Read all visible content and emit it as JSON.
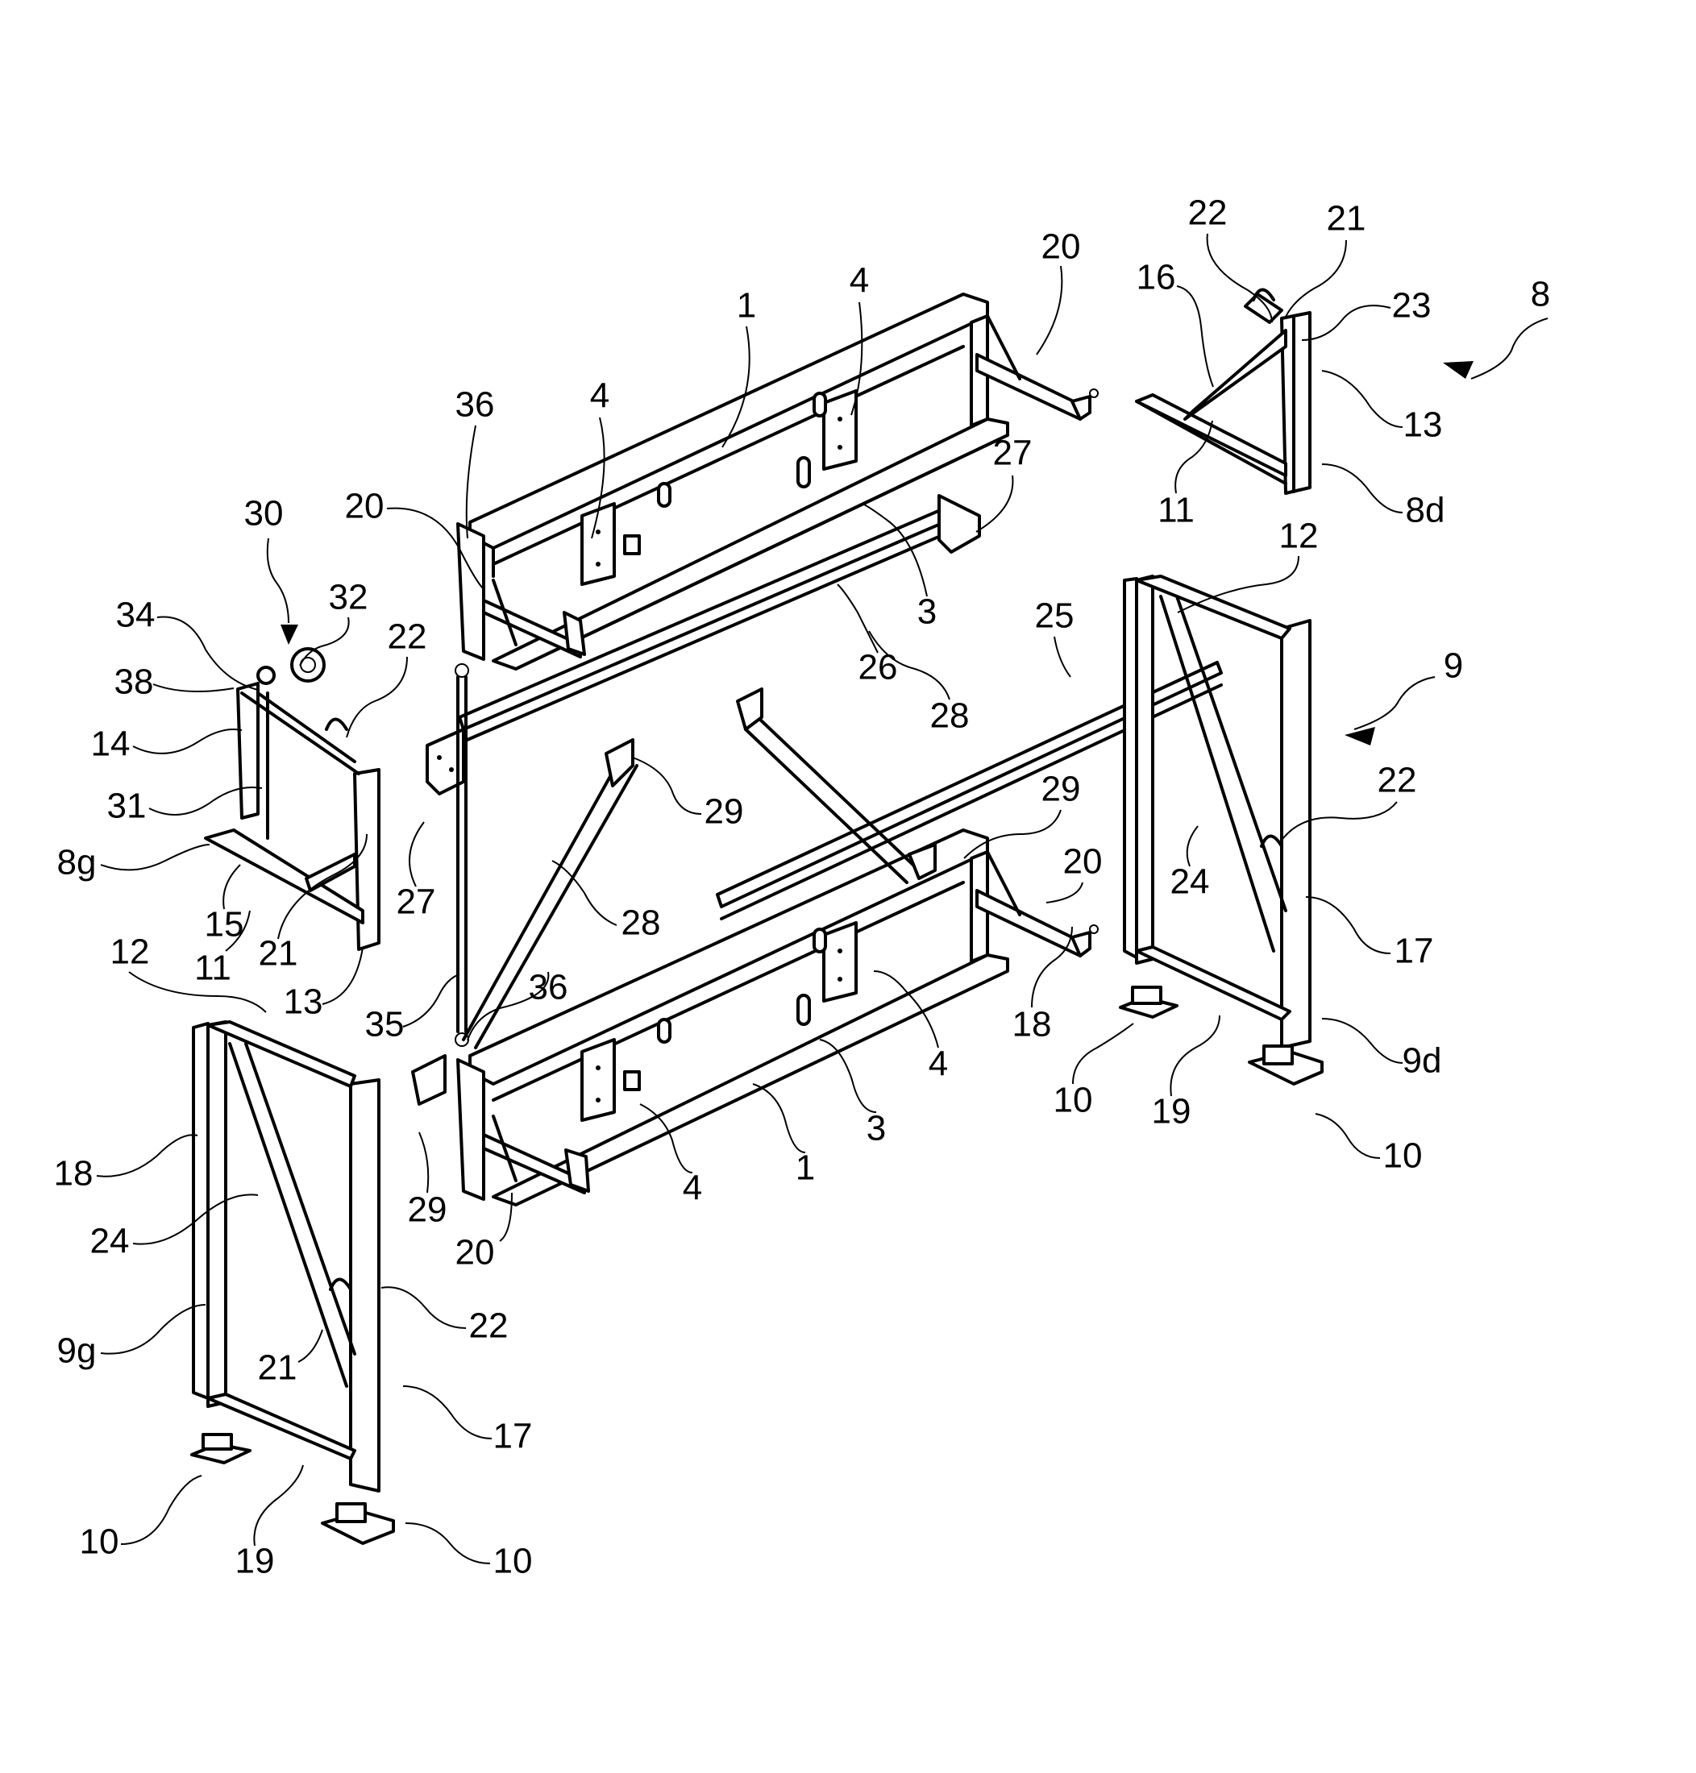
{
  "figure": {
    "colors": {
      "ink": "#000000",
      "paper": "#ffffff"
    },
    "labels": [
      {
        "id": "l22a",
        "text": "22"
      },
      {
        "id": "l21a",
        "text": "21"
      },
      {
        "id": "l20a",
        "text": "20"
      },
      {
        "id": "l8",
        "text": "8"
      },
      {
        "id": "l16",
        "text": "16"
      },
      {
        "id": "l23",
        "text": "23"
      },
      {
        "id": "l1a",
        "text": "1"
      },
      {
        "id": "l4a",
        "text": "4"
      },
      {
        "id": "l36a",
        "text": "36"
      },
      {
        "id": "l4b",
        "text": "4"
      },
      {
        "id": "l13a",
        "text": "13"
      },
      {
        "id": "l27a",
        "text": "27"
      },
      {
        "id": "l30",
        "text": "30"
      },
      {
        "id": "l20b",
        "text": "20"
      },
      {
        "id": "l11a",
        "text": "11"
      },
      {
        "id": "l8d",
        "text": "8d"
      },
      {
        "id": "l12a",
        "text": "12"
      },
      {
        "id": "l34",
        "text": "34"
      },
      {
        "id": "l32",
        "text": "32"
      },
      {
        "id": "l3a",
        "text": "3"
      },
      {
        "id": "l22b",
        "text": "22"
      },
      {
        "id": "l25",
        "text": "25"
      },
      {
        "id": "l9",
        "text": "9"
      },
      {
        "id": "l26",
        "text": "26"
      },
      {
        "id": "l38",
        "text": "38"
      },
      {
        "id": "l14",
        "text": "14"
      },
      {
        "id": "l28a",
        "text": "28"
      },
      {
        "id": "l31",
        "text": "31"
      },
      {
        "id": "l29a",
        "text": "29"
      },
      {
        "id": "l29b",
        "text": "29"
      },
      {
        "id": "l22c",
        "text": "22"
      },
      {
        "id": "l8g",
        "text": "8g"
      },
      {
        "id": "l24a",
        "text": "24"
      },
      {
        "id": "l20c",
        "text": "20"
      },
      {
        "id": "l27b",
        "text": "27"
      },
      {
        "id": "l15",
        "text": "15"
      },
      {
        "id": "l28b",
        "text": "28"
      },
      {
        "id": "l11b",
        "text": "11"
      },
      {
        "id": "l21b",
        "text": "21"
      },
      {
        "id": "l17a",
        "text": "17"
      },
      {
        "id": "l13b",
        "text": "13"
      },
      {
        "id": "l35",
        "text": "35"
      },
      {
        "id": "l36b",
        "text": "36"
      },
      {
        "id": "l12b",
        "text": "12"
      },
      {
        "id": "l18a",
        "text": "18"
      },
      {
        "id": "l4c",
        "text": "4"
      },
      {
        "id": "l10a",
        "text": "10"
      },
      {
        "id": "l19a",
        "text": "19"
      },
      {
        "id": "l9d",
        "text": "9d"
      },
      {
        "id": "l18b",
        "text": "18"
      },
      {
        "id": "l3b",
        "text": "3"
      },
      {
        "id": "l1b",
        "text": "1"
      },
      {
        "id": "l29c",
        "text": "29"
      },
      {
        "id": "l4d",
        "text": "4"
      },
      {
        "id": "l10b",
        "text": "10"
      },
      {
        "id": "l24b",
        "text": "24"
      },
      {
        "id": "l20d",
        "text": "20"
      },
      {
        "id": "l22d",
        "text": "22"
      },
      {
        "id": "l21c",
        "text": "21"
      },
      {
        "id": "l9g",
        "text": "9g"
      },
      {
        "id": "l17b",
        "text": "17"
      },
      {
        "id": "l10c",
        "text": "10"
      },
      {
        "id": "l19b",
        "text": "19"
      },
      {
        "id": "l10d",
        "text": "10"
      }
    ]
  }
}
